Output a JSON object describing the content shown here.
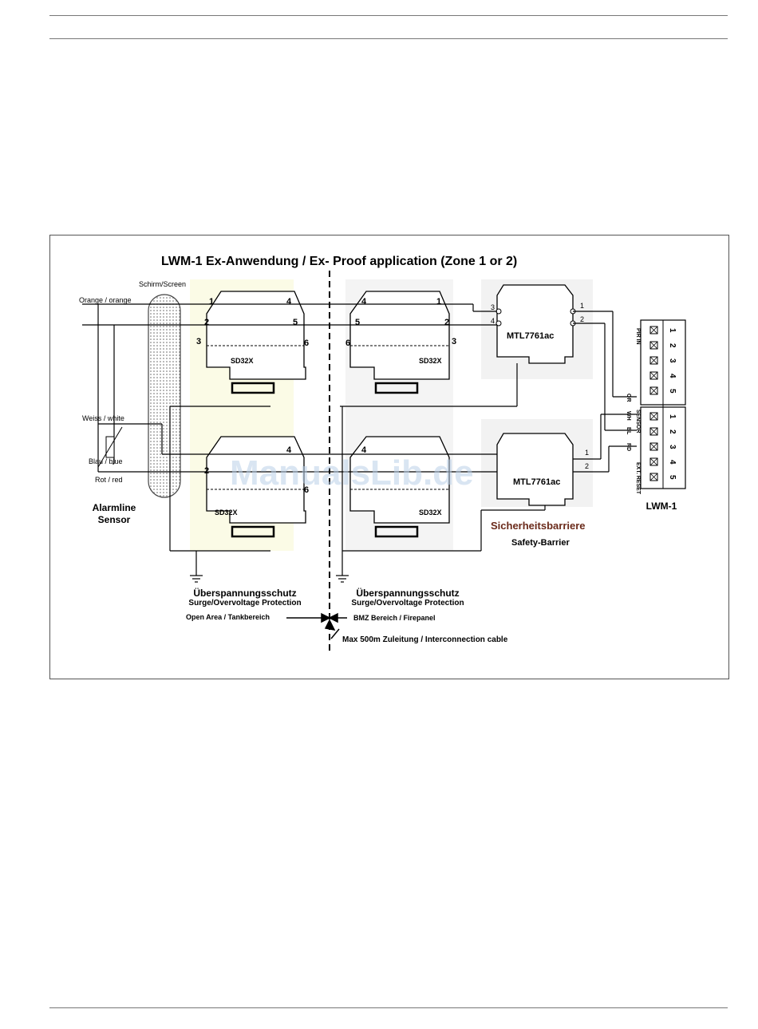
{
  "diagram": {
    "title": "LWM-1 Ex-Anwendung / Ex- Proof application (Zone 1 or 2)",
    "shield_label": "Schirm/Screen",
    "wires": {
      "orange": "Orange / orange",
      "white": "Weiss / white",
      "blue": "Blau / blue",
      "red": "Rot / red"
    },
    "sensor": {
      "line1": "Alarmline",
      "line2": "Sensor"
    },
    "surge_module_label": "SD32X",
    "barrier_module_label": "MTL7761ac",
    "barrier_caption": {
      "de": "Sicherheitsbarriere",
      "en": "Safety-Barrier"
    },
    "surge_caption_left": {
      "de": "Überspannungsschutz",
      "en": "Surge/Overvoltage Protection"
    },
    "surge_caption_right": {
      "de": "Überspannungsschutz",
      "en": "Surge/Overvoltage Protection"
    },
    "area_left": "Open Area / Tankbereich",
    "area_right": "BMZ Bereich / Firepanel",
    "cable_note": "Max 500m Zuleitung / Interconnection cable",
    "panel_label": "LWM-1",
    "watermark": "ManualsLib.de",
    "terminals": {
      "n1": "1",
      "n2": "2",
      "n3": "3",
      "n4": "4",
      "n5": "5",
      "n6": "6"
    },
    "panel_groups": {
      "pir": "PIR IN",
      "sensor": "SENSOR",
      "reset": "EXT. RESET"
    },
    "panel_wire_codes": {
      "or": "OR",
      "wh": "WH",
      "bl": "BL",
      "rd": "RD"
    },
    "panel_terminal_numbers": [
      "1",
      "2",
      "3",
      "4",
      "5",
      "1",
      "2",
      "3",
      "4",
      "5"
    ]
  }
}
